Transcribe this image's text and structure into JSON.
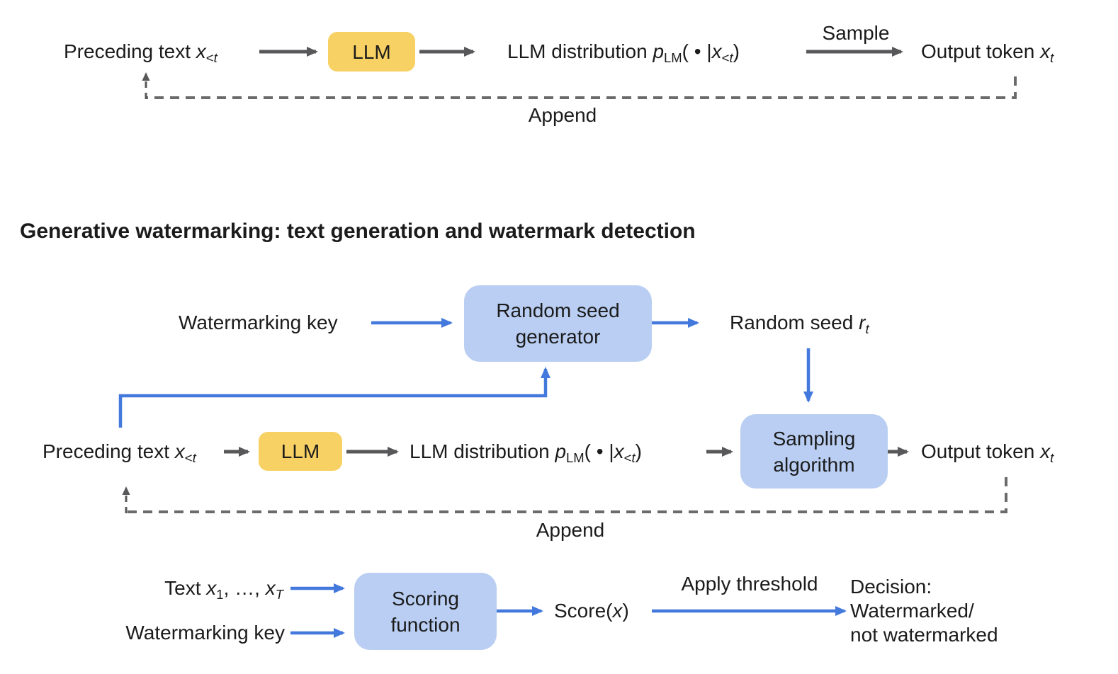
{
  "colors": {
    "yellow_box": "#F8D164",
    "blue_box": "#B9CEF2",
    "blue_arrow": "#4379DD",
    "gray_arrow": "#58585A",
    "dash_gray": "#6B6B6B",
    "text": "#1B1B1B"
  },
  "top_flow": {
    "preceding_text": [
      {
        "t": "Preceding text "
      },
      {
        "t": "x",
        "s": "i"
      },
      {
        "t": "<",
        "s": "sub"
      },
      {
        "t": "t",
        "s": "subi"
      }
    ],
    "llm_box_label": "LLM",
    "llm_distribution": [
      {
        "t": "LLM distribution "
      },
      {
        "t": "p",
        "s": "i"
      },
      {
        "t": "LM",
        "s": "sub"
      },
      {
        "t": "("
      },
      {
        "t": " • "
      },
      {
        "t": "|"
      },
      {
        "t": "x",
        "s": "i"
      },
      {
        "t": "<",
        "s": "sub"
      },
      {
        "t": "t",
        "s": "subi"
      },
      {
        "t": ")"
      }
    ],
    "sample_label": "Sample",
    "output_token": [
      {
        "t": "Output token "
      },
      {
        "t": "x",
        "s": "i"
      },
      {
        "t": "t",
        "s": "subi"
      }
    ],
    "append_label": "Append"
  },
  "heading": "Generative watermarking: text generation and watermark detection",
  "generation_flow": {
    "watermarking_key": "Watermarking key",
    "random_seed_generator_label": "Random seed generator",
    "random_seed": [
      {
        "t": "Random seed "
      },
      {
        "t": "r",
        "s": "i"
      },
      {
        "t": "t",
        "s": "subi"
      }
    ],
    "sampling_algorithm_label": "Sampling algorithm",
    "preceding_text": [
      {
        "t": "Preceding text "
      },
      {
        "t": "x",
        "s": "i"
      },
      {
        "t": "<",
        "s": "sub"
      },
      {
        "t": "t",
        "s": "subi"
      }
    ],
    "llm_box_label": "LLM",
    "llm_distribution": [
      {
        "t": "LLM distribution "
      },
      {
        "t": "p",
        "s": "i"
      },
      {
        "t": "LM",
        "s": "sub"
      },
      {
        "t": "("
      },
      {
        "t": " • "
      },
      {
        "t": "|"
      },
      {
        "t": "x",
        "s": "i"
      },
      {
        "t": "<",
        "s": "sub"
      },
      {
        "t": "t",
        "s": "subi"
      },
      {
        "t": ")"
      }
    ],
    "output_token": [
      {
        "t": "Output token "
      },
      {
        "t": "x",
        "s": "i"
      },
      {
        "t": "t",
        "s": "subi"
      }
    ],
    "append_label": "Append"
  },
  "detection_flow": {
    "text_tokens": [
      {
        "t": "Text "
      },
      {
        "t": "x",
        "s": "i"
      },
      {
        "t": "1",
        "s": "sub"
      },
      {
        "t": ", …, "
      },
      {
        "t": "x",
        "s": "i"
      },
      {
        "t": "T",
        "s": "subi"
      }
    ],
    "watermarking_key": "Watermarking key",
    "scoring_function_label": "Scoring function",
    "score": [
      {
        "t": "Score("
      },
      {
        "t": "x",
        "s": "i"
      },
      {
        "t": ")"
      }
    ],
    "apply_threshold_label": "Apply threshold",
    "decision_lines": [
      "Decision:",
      "Watermarked/",
      "not watermarked"
    ]
  }
}
